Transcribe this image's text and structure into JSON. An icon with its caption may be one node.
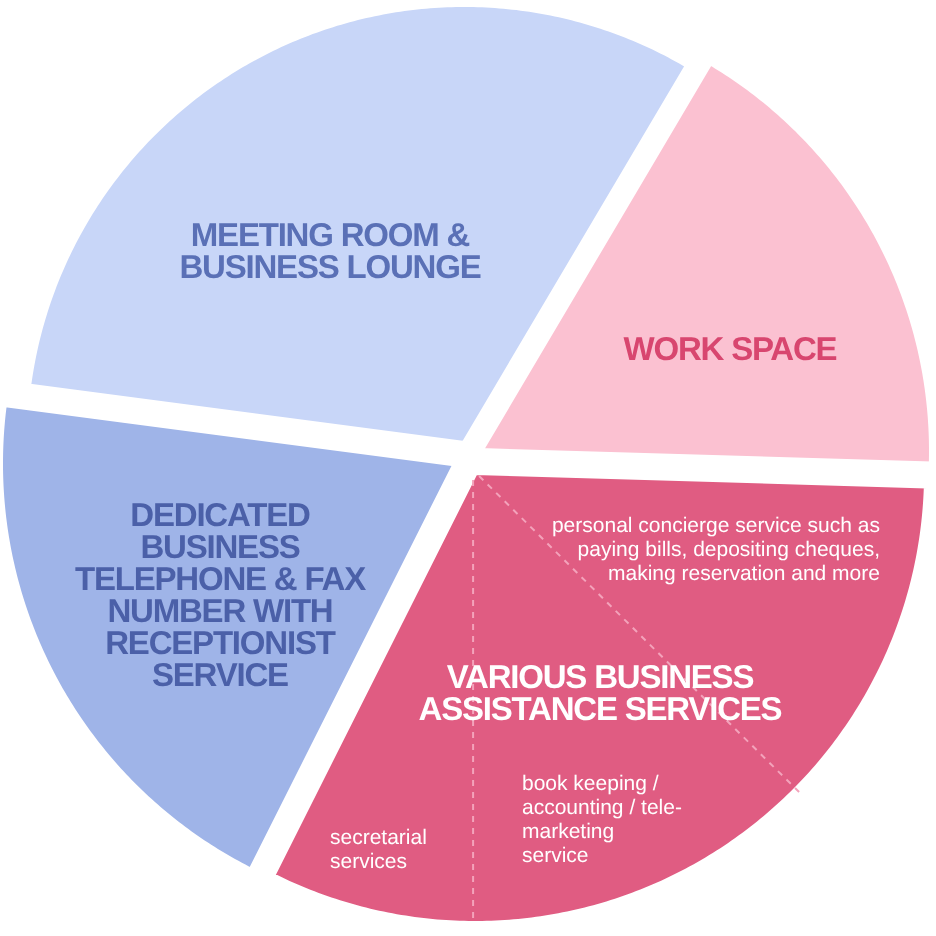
{
  "diagram": {
    "nodes": [
      {
        "text": [
          "MEETING  ROOM & BUSINESS LOUNGE"
        ]
      },
      {
        "text": [
          "WORK SPACE"
        ]
      },
      {
        "text": [
          "VARIOUS BUSINESS ASSISTANCE SERVICES",
          "personal concierge service such as paying bills, depositing cheques, making reservation and more",
          "book keeping / accounting / tele-marketing service",
          "secretarial services"
        ]
      },
      {
        "text": [
          "DEDICATED BUSINESS TELEPHONE & FAX NUMBER WITH RECEPTIONIST SERVICE"
        ]
      }
    ]
  }
}
